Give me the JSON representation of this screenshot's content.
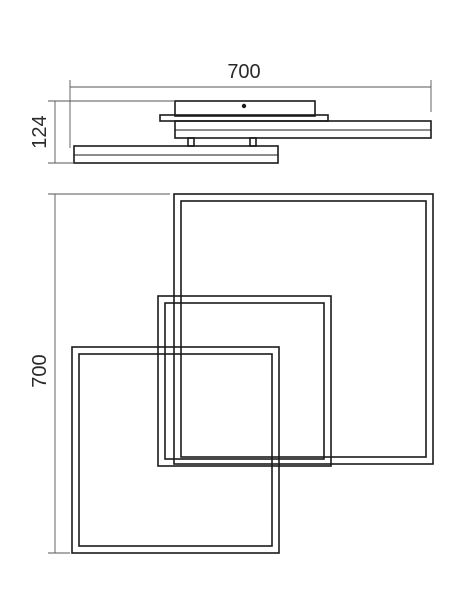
{
  "dimensions": {
    "width": "700",
    "height_side": "124",
    "height_top": "700"
  },
  "colors": {
    "line": "#1a1a1a",
    "dimension_line": "#555555",
    "background": "#ffffff"
  }
}
